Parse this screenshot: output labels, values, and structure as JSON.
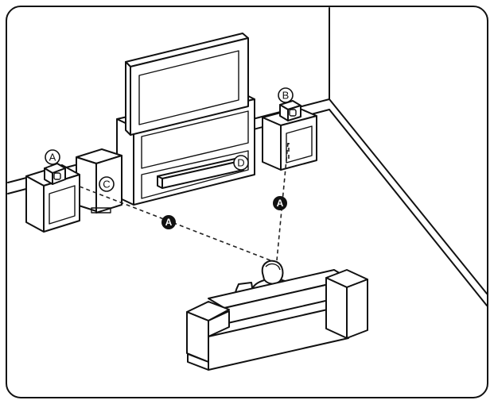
{
  "labels": {
    "front_left": "A",
    "front_right": "B",
    "subwoofer": "C",
    "center_speaker": "D",
    "distance_left": "A",
    "distance_right": "A"
  }
}
